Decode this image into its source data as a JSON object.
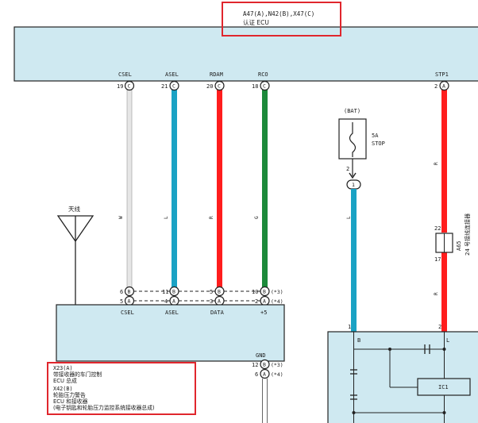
{
  "top_label": {
    "line1": "A47(A),N42(B),X47(C)",
    "line2": "认证 ECU"
  },
  "top_pins": {
    "csel": {
      "name": "CSEL",
      "pin": "19",
      "conn": "C",
      "wire": "W"
    },
    "asel": {
      "name": "ASEL",
      "pin": "21",
      "conn": "C",
      "wire": "L"
    },
    "rdam": {
      "name": "RDAM",
      "pin": "20",
      "conn": "C",
      "wire": "R"
    },
    "rco": {
      "name": "RCO",
      "pin": "18",
      "conn": "C",
      "wire": "G"
    },
    "stp1": {
      "name": "STP1",
      "pin": "2",
      "conn": "A",
      "wire": "R"
    }
  },
  "fuse": {
    "source": "(BAT)",
    "rating": "5A",
    "name": "STOP",
    "pin_out": "2",
    "conn_pin": "1",
    "wire": "L"
  },
  "antenna_label": "天线",
  "junction": {
    "pin_top": "22",
    "pin_bottom": "17",
    "code": "A65",
    "name": "24 号接线连接器",
    "wire_below": "R"
  },
  "receiver_pins": {
    "csel": {
      "name": "CSEL",
      "pin_b": "6",
      "pin_a": "5",
      "conn_b": "B",
      "conn_a": "A"
    },
    "asel": {
      "name": "ASEL",
      "pin_b": "11",
      "pin_a": "4",
      "conn_b": "B",
      "conn_a": "A"
    },
    "data": {
      "name": "DATA",
      "pin_b": "5",
      "pin_a": "3",
      "conn_b": "B",
      "conn_a": "A"
    },
    "p5": {
      "name": "+5",
      "pin_b": "10",
      "pin_a": "2",
      "conn_b": "B",
      "conn_a": "A",
      "note_b": "(*3)",
      "note_a": "(*4)"
    },
    "gnd": {
      "name": "GND",
      "pin_b": "12",
      "pin_a": "6",
      "conn_b": "B",
      "conn_a": "A",
      "note_b": "(*3)",
      "note_a": "(*4)"
    }
  },
  "receiver_label": {
    "l1": "X23(A)",
    "l2": "带接收器的车门控制",
    "l3": "ECU 总成",
    "l4": "X42(B)",
    "l5": "轮胎压力警告",
    "l6": "ECU 和接收器",
    "l7": "(电子钥匙和轮胎压力监控系统接收器总成)"
  },
  "right_box": {
    "pin_left": "1",
    "pin_right": "2",
    "label_b": "B",
    "label_l": "L",
    "ic_label": "IC1"
  },
  "colors": {
    "body_fill": "#cfe9f1",
    "wire_white": "#e6e6e6",
    "wire_blue": "#1aa2c4",
    "wire_red": "#ff1d1d",
    "wire_green": "#1c8a3a",
    "highlight_box": "#e0262d"
  }
}
